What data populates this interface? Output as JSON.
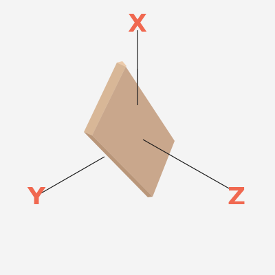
{
  "axes": {
    "x": {
      "label": "X"
    },
    "y": {
      "label": "Y"
    },
    "z": {
      "label": "Z"
    }
  },
  "colors": {
    "background": "#f4f4f4",
    "axis_label": "#f06850",
    "axis_line": "#1a1a1a",
    "slab_front": "#c9a78c",
    "slab_top_edge": "#eccbab",
    "slab_left_edge": "#d8b797",
    "slab_bottom_edge": "#b99679"
  }
}
